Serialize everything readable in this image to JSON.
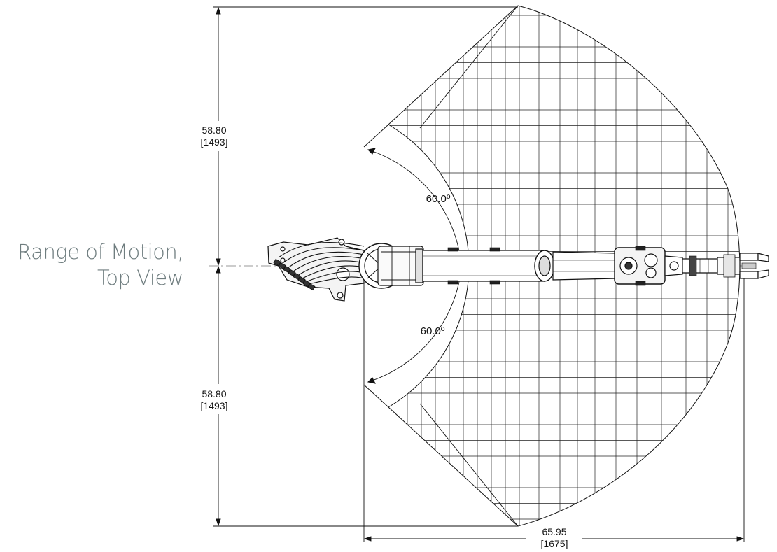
{
  "caption": {
    "line1": "Range of Motion,",
    "line2": "Top View"
  },
  "dimensions": {
    "upper": {
      "value": "58.80",
      "metric": "[1493]"
    },
    "lower": {
      "value": "58.80",
      "metric": "[1493]"
    },
    "reach": {
      "value": "65.95",
      "metric": "[1675]"
    }
  },
  "angles": {
    "upper": "60.0º",
    "lower": "60.0º"
  },
  "colors": {
    "caption": "#6f7d7f",
    "lines": "#111111",
    "grid": "#222222"
  }
}
